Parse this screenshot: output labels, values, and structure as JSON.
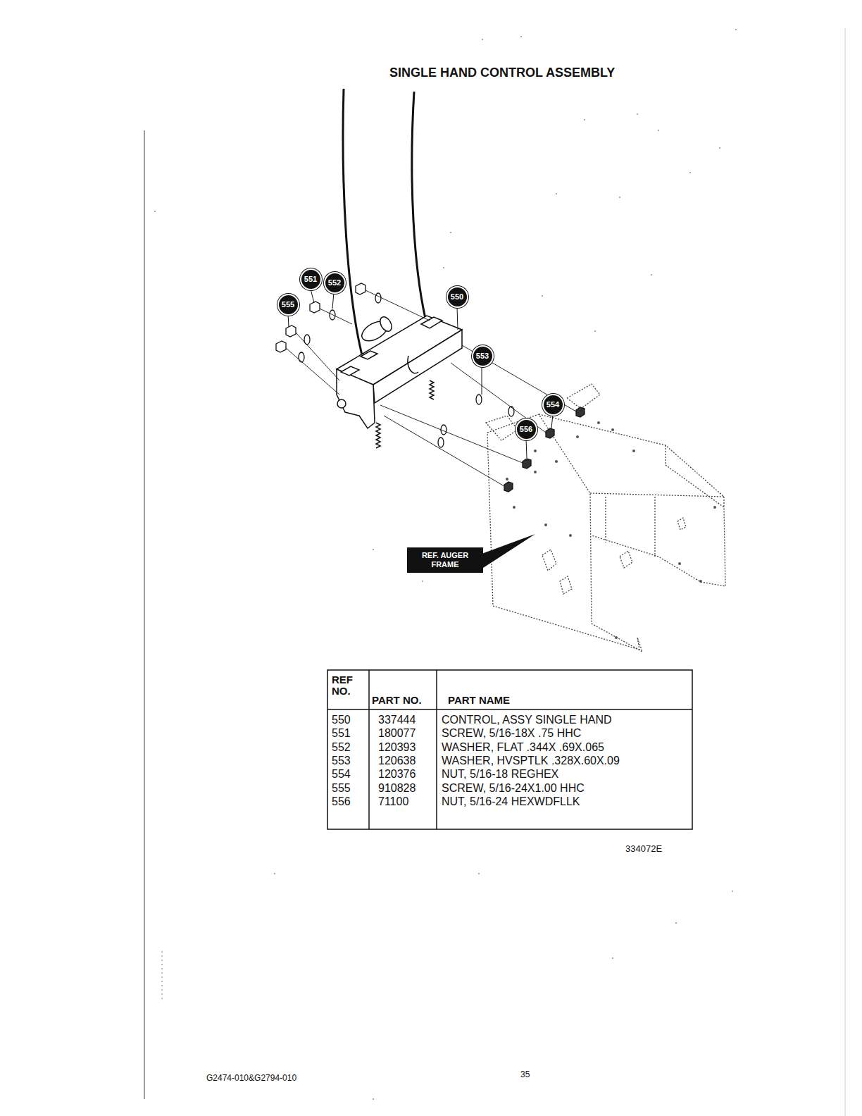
{
  "diagram": {
    "title": "SINGLE HAND CONTROL ASSEMBLY",
    "nodes": [
      {
        "text": [
          "551"
        ]
      },
      {
        "text": [
          "552"
        ]
      },
      {
        "text": [
          "550"
        ]
      },
      {
        "text": [
          "555"
        ]
      },
      {
        "text": [
          "553"
        ]
      },
      {
        "text": [
          "554"
        ]
      },
      {
        "text": [
          "556"
        ]
      },
      {
        "text": [
          "REF. AUGER FRAME"
        ]
      }
    ],
    "labels": [
      "REF NO.",
      "PART NO.",
      "PART NAME",
      "550",
      "337444",
      "CONTROL, ASSY SINGLE HAND",
      "551",
      "180077",
      "SCREW, 5/16-18X .75 HHC",
      "552",
      "120393",
      "WASHER, FLAT .344X .69X.065",
      "553",
      "120638",
      "WASHER, HVSPTLK .328X.60X.09",
      "554",
      "120376",
      "NUT, 5/16-18 REGHEX",
      "555",
      "910828",
      "SCREW, 5/16-24X1.00 HHC",
      "556",
      "71100",
      "NUT, 5/16-24 HEXWDFLLK",
      "334072E",
      "G2474-010&G2794-010",
      "35"
    ]
  }
}
